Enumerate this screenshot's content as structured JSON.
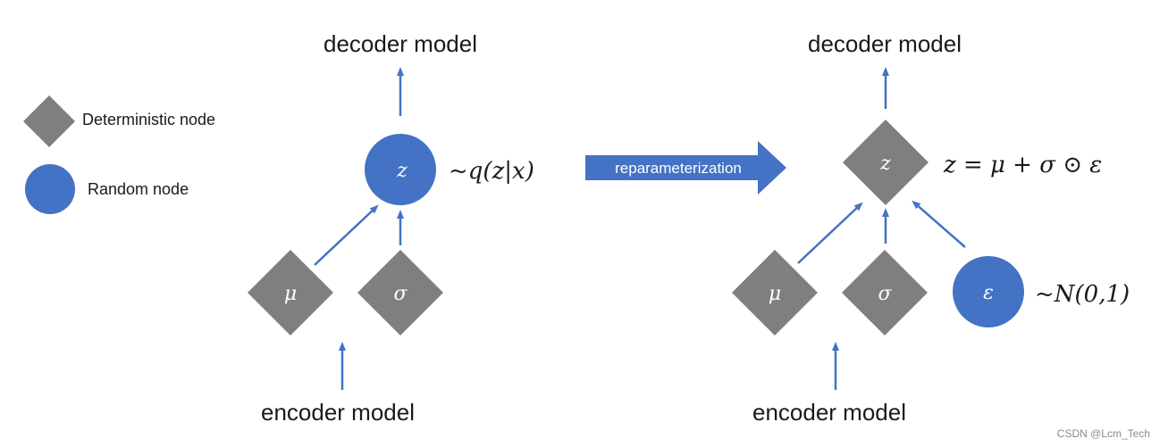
{
  "colors": {
    "deterministic": "#7f7f7f",
    "random": "#4472c4",
    "arrow": "#4472c4",
    "text": "#1a1a1a"
  },
  "legend": {
    "deterministic_label": "Deterministic node",
    "random_label": "Random node"
  },
  "left": {
    "top_label": "decoder model",
    "bottom_label": "encoder model",
    "z_node": "z",
    "z_expr": "~q(z|x)",
    "mu_node": "μ",
    "sigma_node": "σ"
  },
  "banner": {
    "label": "reparameterization"
  },
  "right": {
    "top_label": "decoder model",
    "bottom_label": "encoder model",
    "z_node": "z",
    "z_expr": "z = μ + σ ⊙ ε",
    "mu_node": "μ",
    "sigma_node": "σ",
    "eps_node": "ε",
    "eps_expr": "~N(0,1)"
  },
  "watermark": "CSDN @Lcm_Tech"
}
